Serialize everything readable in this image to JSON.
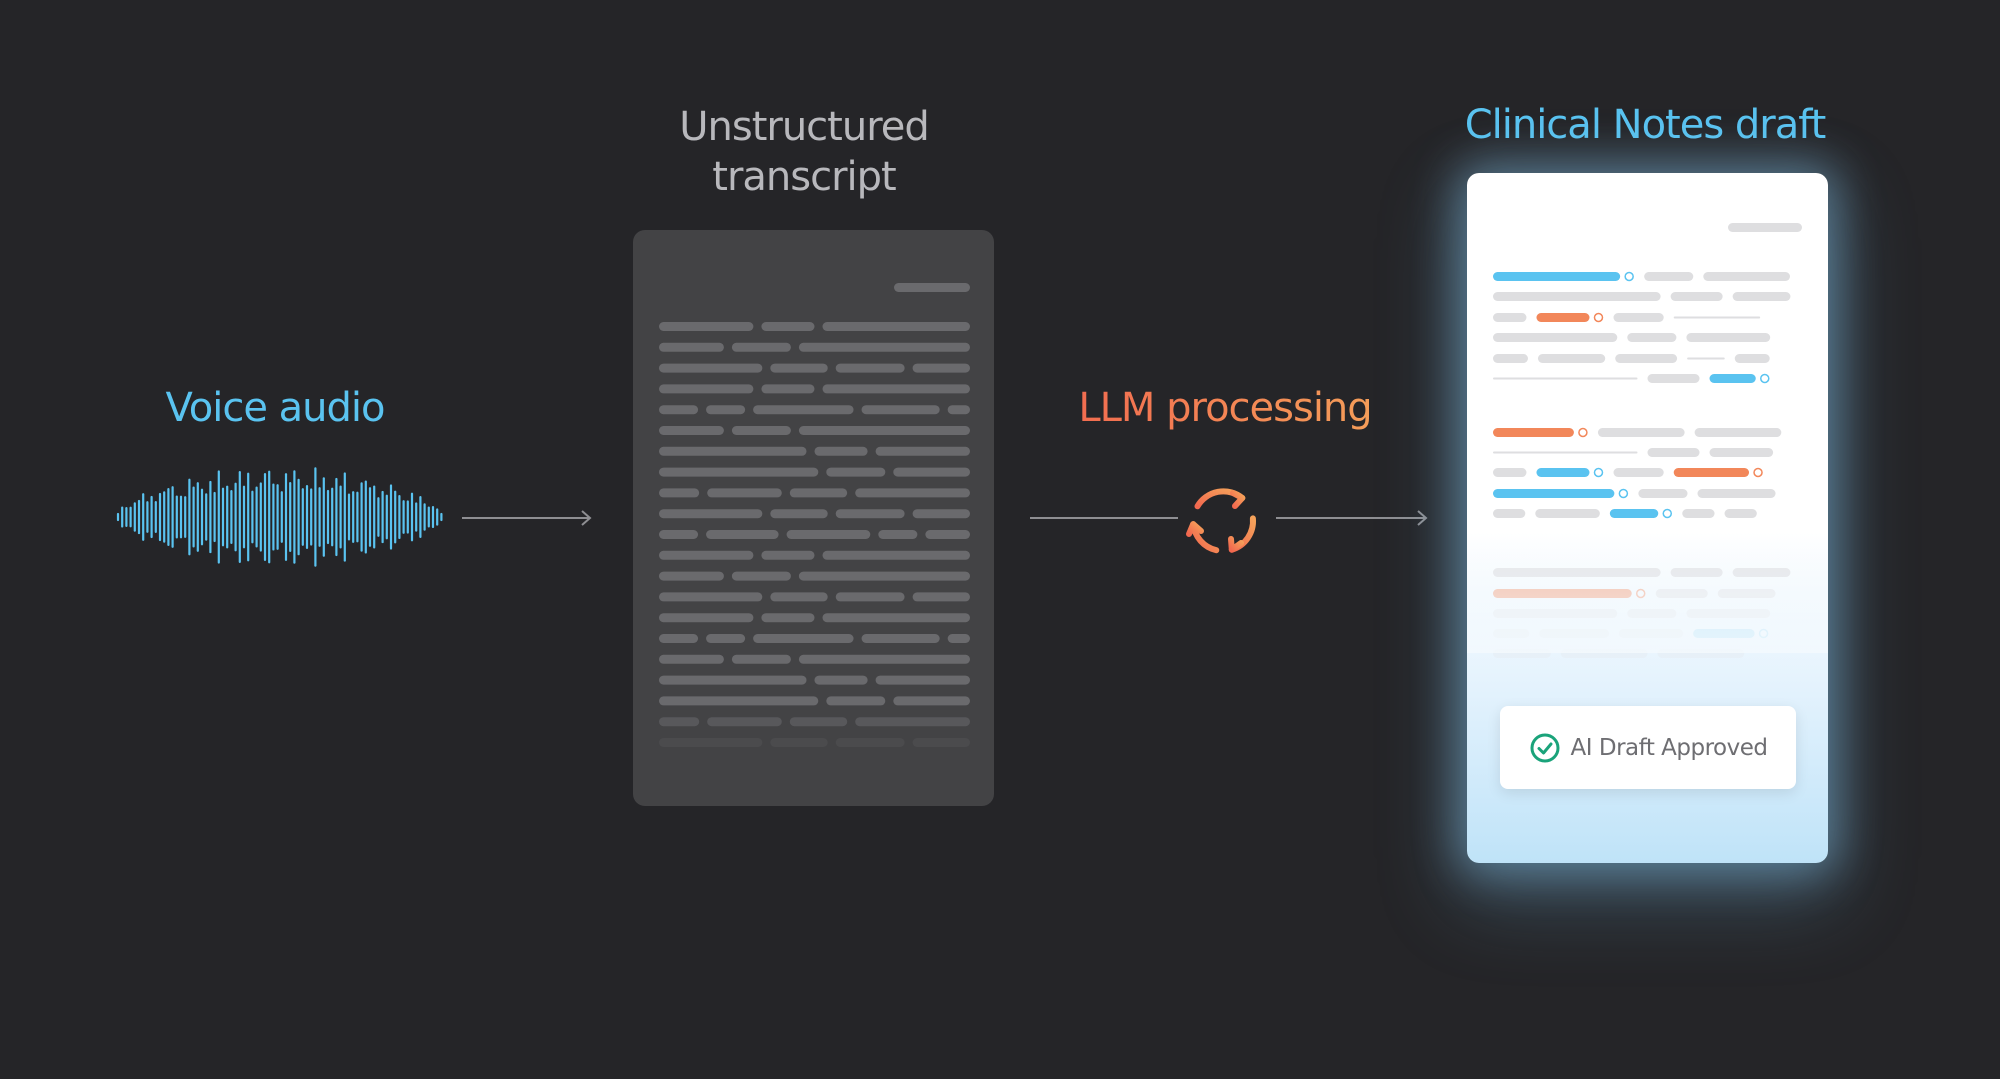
{
  "stages": {
    "voice": {
      "label": "Voice audio",
      "color": "#5ac3f0"
    },
    "transcript": {
      "label": "Unstructured transcript",
      "color": "#b8b8bc"
    },
    "llm": {
      "label": "LLM processing",
      "color": "#f2684f",
      "gradient_end": "#f5a25a"
    },
    "notes": {
      "label": "Clinical Notes draft",
      "color": "#5ac3f0"
    }
  },
  "badge": {
    "label": "AI Draft Approved",
    "icon": "check-circle-icon",
    "icon_color": "#1aa37a"
  },
  "icons": {
    "waveform": "waveform-icon",
    "process": "refresh-cycle-icon",
    "arrow": "arrow-right-icon"
  },
  "colors": {
    "background": "#252528",
    "blue_accent": "#5ac3f0",
    "orange_accent": "#f2875a",
    "placeholder_dark": "#6a6a6d",
    "placeholder_light": "#dedee0"
  }
}
